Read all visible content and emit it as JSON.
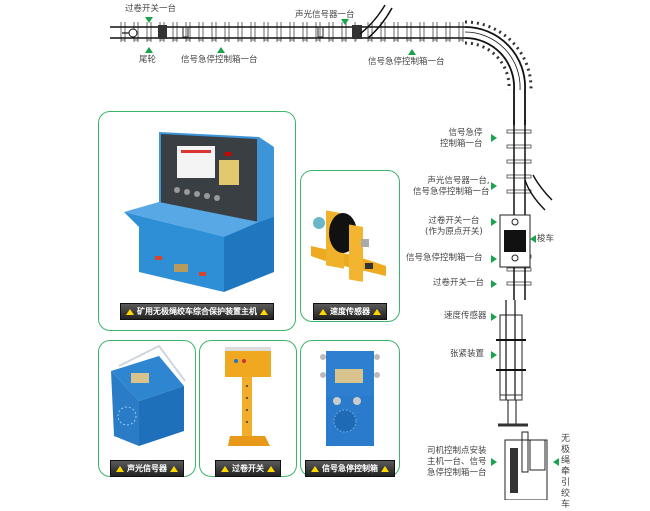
{
  "diagram": {
    "type": "endless rope winch system layout",
    "track_labels": {
      "top_overwind_switch": "过卷开关一台",
      "tail_wheel": "尾轮",
      "top_emergency_box_1": "信号急停控制箱一台",
      "top_sound_light_signal": "声光信号器一台",
      "top_emergency_box_2": "信号急停控制箱一台",
      "right_emergency_box": [
        "信号急停",
        "控制箱一台"
      ],
      "right_signal_and_box": [
        "声光信号器一台,",
        "信号急停控制箱一台"
      ],
      "origin_switch": [
        "过卷开关一台",
        "(作为原点开关)"
      ],
      "shuttle_car": "梭车",
      "right_emergency_box_2": "信号急停控制箱一台",
      "right_overwind_switch": "过卷开关一台",
      "speed_sensor": "速度传感器",
      "tensioner": "张紧装置",
      "driver_station": [
        "司机控制点安装",
        "主机一台、信号",
        "急停控制箱一台"
      ],
      "winch_vertical": "无极绳牵引绞车"
    },
    "marker_color": "#1aa34a"
  },
  "products": [
    {
      "caption": "矿用无极绳绞车综合保护装置主机"
    },
    {
      "caption": "速度传感器"
    },
    {
      "caption": "声光信号器"
    },
    {
      "caption": "过卷开关"
    },
    {
      "caption": "信号急停控制箱"
    }
  ],
  "colors": {
    "card_border": "#3cb46a",
    "caption_bg": "#2a2a2a",
    "caption_warn": "#ffd800",
    "equipment_blue": "#2e8fd6",
    "equipment_yellow": "#f0a821"
  }
}
